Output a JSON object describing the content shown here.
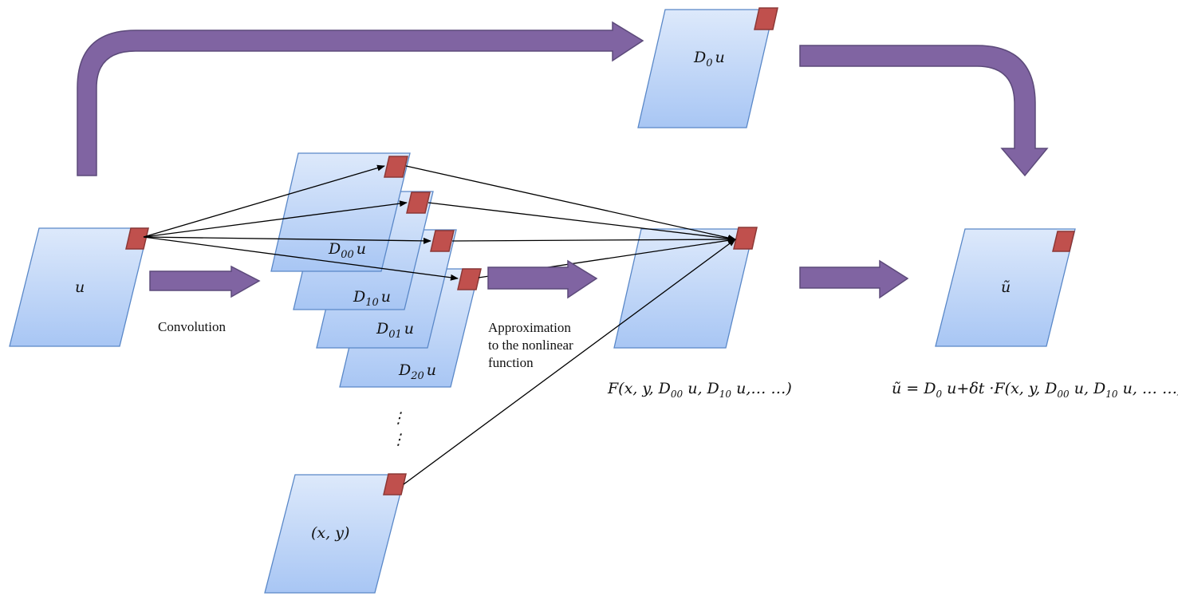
{
  "colors": {
    "card_top": "#dde9fb",
    "card_bottom": "#a8c6f4",
    "card_border": "#5a88c8",
    "patch": "#c0504d",
    "block_arrow": "#8064a2",
    "line": "#000000"
  },
  "cards": {
    "u": {
      "base": "u"
    },
    "d0u": {
      "base": "D",
      "sub": "0",
      "tail": "u"
    },
    "d00u": {
      "base": "D",
      "sub": "00",
      "tail": "u"
    },
    "d10u": {
      "base": "D",
      "sub": "10",
      "tail": "u"
    },
    "d01u": {
      "base": "D",
      "sub": "01",
      "tail": "u"
    },
    "d20u": {
      "base": "D",
      "sub": "20",
      "tail": "u"
    },
    "xy": {
      "base": "(x, y)"
    },
    "u_tilde": {
      "base": "ũ"
    }
  },
  "labels": {
    "convolution": "Convolution",
    "approximation": [
      "Approximation",
      "to the nonlinear",
      "function"
    ],
    "ellipsis": "⋮"
  },
  "f_expr": [
    "F(x, y, D",
    "00",
    " u, D",
    "10",
    " u,… …)"
  ],
  "update_expr": [
    "ũ = D",
    "0",
    " u+δt ·F(x, y, D",
    "00",
    " u, D",
    "10",
    " u, … …)"
  ]
}
